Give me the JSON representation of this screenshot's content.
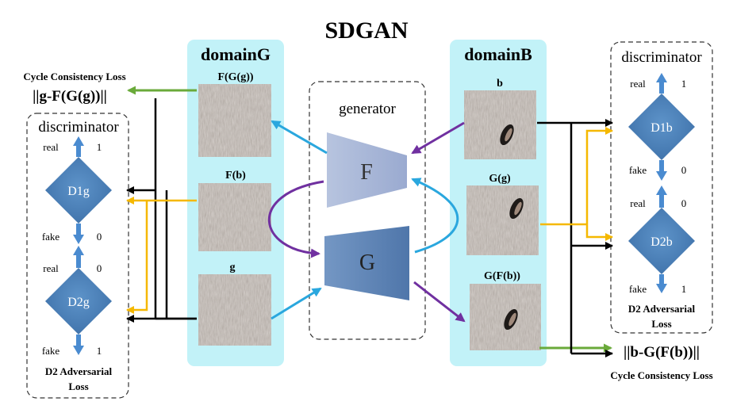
{
  "title": "SDGAN",
  "domainG": {
    "label": "domainG",
    "images": {
      "fgg": "F(G(g))",
      "fb": "F(b)",
      "g": "g"
    }
  },
  "domainB": {
    "label": "domainB",
    "images": {
      "b": "b",
      "gg": "G(g)",
      "gfb": "G(F(b))"
    }
  },
  "generator": {
    "label": "generator",
    "F": "F",
    "G": "G"
  },
  "discriminator_left": {
    "label": "discriminator",
    "D1g": {
      "name": "D1g",
      "top_label": "real",
      "top_value": "1",
      "bottom_label": "fake",
      "bottom_value": "0"
    },
    "D2g": {
      "name": "D2g",
      "top_label": "real",
      "top_value": "0",
      "bottom_label": "fake",
      "bottom_value": "1"
    },
    "loss_line1": "D2 Adversarial",
    "loss_line2": "Loss"
  },
  "discriminator_right": {
    "label": "discriminator",
    "D1b": {
      "name": "D1b",
      "top_label": "real",
      "top_value": "1",
      "bottom_label": "fake",
      "bottom_value": "0"
    },
    "D2b": {
      "name": "D2b",
      "top_label": "real",
      "top_value": "0",
      "bottom_label": "fake",
      "bottom_value": "1"
    },
    "loss_line1": "D2 Adversarial",
    "loss_line2": "Loss"
  },
  "cycle_loss_left": {
    "label": "Cycle Consistency Loss",
    "formula": "||g-F(G(g))||"
  },
  "cycle_loss_right": {
    "label": "Cycle Consistency Loss",
    "formula": "||b-G(F(b))||"
  },
  "colors": {
    "domain_panel": "#c2f2f8",
    "diamond": "#4a7fb8",
    "generator_F": "#a9b8d6",
    "generator_G": "#5f86b8",
    "arrow_black": "#000000",
    "arrow_blue": "#2aa7de",
    "arrow_purple": "#7030a0",
    "arrow_yellow": "#f5b800",
    "arrow_green": "#6aaa3a",
    "texture_gray": "#8a7c72"
  }
}
